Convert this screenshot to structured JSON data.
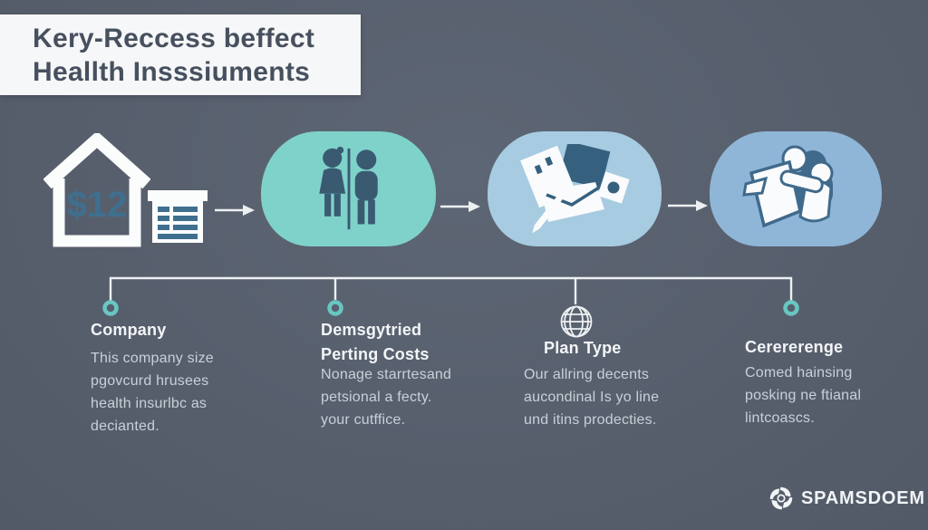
{
  "title": {
    "line1": "Kery-Reccess beffect",
    "line2": "Heallth Insssiuments"
  },
  "flow": {
    "house_value": "$12",
    "icons": [
      "house-icon",
      "list-document-icon",
      "couple-icon",
      "scattered-documents-icon",
      "family-holding-map-icon"
    ],
    "arrows": [
      "arrow-right-icon",
      "arrow-right-icon",
      "arrow-right-icon"
    ],
    "timeline_markers": [
      "ring-node",
      "ring-node",
      "globe-icon",
      "ring-node"
    ]
  },
  "columns": [
    {
      "heading": [
        "Company"
      ],
      "body": [
        "This company size",
        "pgovcurd hrusees",
        "health insurlbc as",
        "decianted."
      ]
    },
    {
      "heading": [
        "Demsgytried",
        "Perting Costs"
      ],
      "body": [
        "Nonage starrtesand",
        "petsional a fecty.",
        "your cutffice."
      ]
    },
    {
      "heading": [
        "Plan Type"
      ],
      "body": [
        "Our allring decents",
        "aucondinal Is yo line",
        "und itins prodecties."
      ]
    },
    {
      "heading": [
        "Cerererenge"
      ],
      "body": [
        "Comed hainsing",
        "posking ne ftianal",
        "lintcoascs."
      ]
    }
  ],
  "brand": {
    "name": "SPAMSDOEM"
  },
  "colors": {
    "background": "#58606e",
    "title_box": "#f6f7f8",
    "title_text": "#47505f",
    "teal_blob": "#7fd2c9",
    "blue_blob_light": "#a7cbe0",
    "blue_blob": "#8fb6d7",
    "icon_dark": "#3a5a72",
    "paper_dark": "#35617f",
    "accent_number": "#3f6f8e",
    "timeline_ring": "#68c7c1",
    "line_white": "#edf0f2",
    "heading_text": "#f3f5f7",
    "body_text": "#c9d0d7"
  }
}
